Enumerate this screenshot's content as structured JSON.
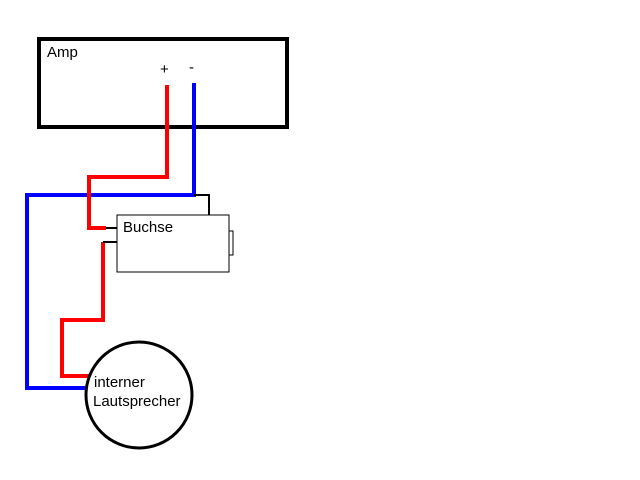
{
  "amp": {
    "label": "Amp",
    "plus": "+",
    "minus": "-"
  },
  "jack": {
    "label": "Buchse"
  },
  "speaker": {
    "line1": "interner",
    "line2": "Lautsprecher"
  },
  "colors": {
    "positive_wire": "#ff0000",
    "negative_wire": "#0000ff",
    "outline": "#000000",
    "background": "#ffffff"
  }
}
